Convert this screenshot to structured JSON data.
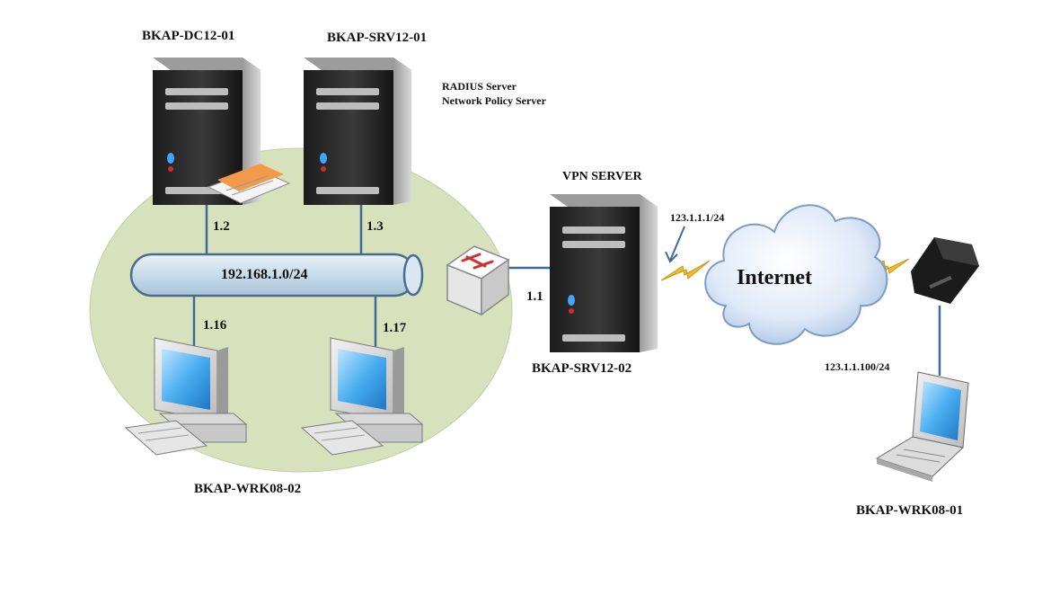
{
  "nodes": {
    "dc": {
      "name": "BKAP-DC12-01",
      "ip": "1.2"
    },
    "srv": {
      "name": "BKAP-SRV12-01",
      "ip": "1.3",
      "roles": [
        "RADIUS Server",
        "Network Policy Server"
      ]
    },
    "vpn": {
      "title": "VPN SERVER",
      "name": "BKAP-SRV12-02",
      "ip": "1.1",
      "public_ip": "123.1.1.1/24"
    },
    "wrk_lan": {
      "name": "BKAP-WRK08-02",
      "ip_a": "1.16",
      "ip_b": "1.17"
    },
    "wrk_remote": {
      "name": "BKAP-WRK08-01",
      "ip": "123.1.1.100/24"
    }
  },
  "network": {
    "subnet": "192.168.1.0/24"
  },
  "cloud": {
    "label": "Internet"
  },
  "colors": {
    "lan_zone": "#d7e2bd",
    "pipe": "#cfe0ee",
    "pipe_stroke": "#4a6d8f",
    "link": "#3e6a9a",
    "bolt": "#f0c020",
    "cloud": "#dde8f7",
    "server_body": "#2b2b2b",
    "monitor_screen": "#59b7f0",
    "switch_arrow": "#d03030"
  },
  "icons": [
    "server-icon",
    "switch-icon",
    "cloud-icon",
    "modem-icon",
    "desktop-icon",
    "laptop-icon",
    "lightning-icon",
    "document-icon"
  ]
}
